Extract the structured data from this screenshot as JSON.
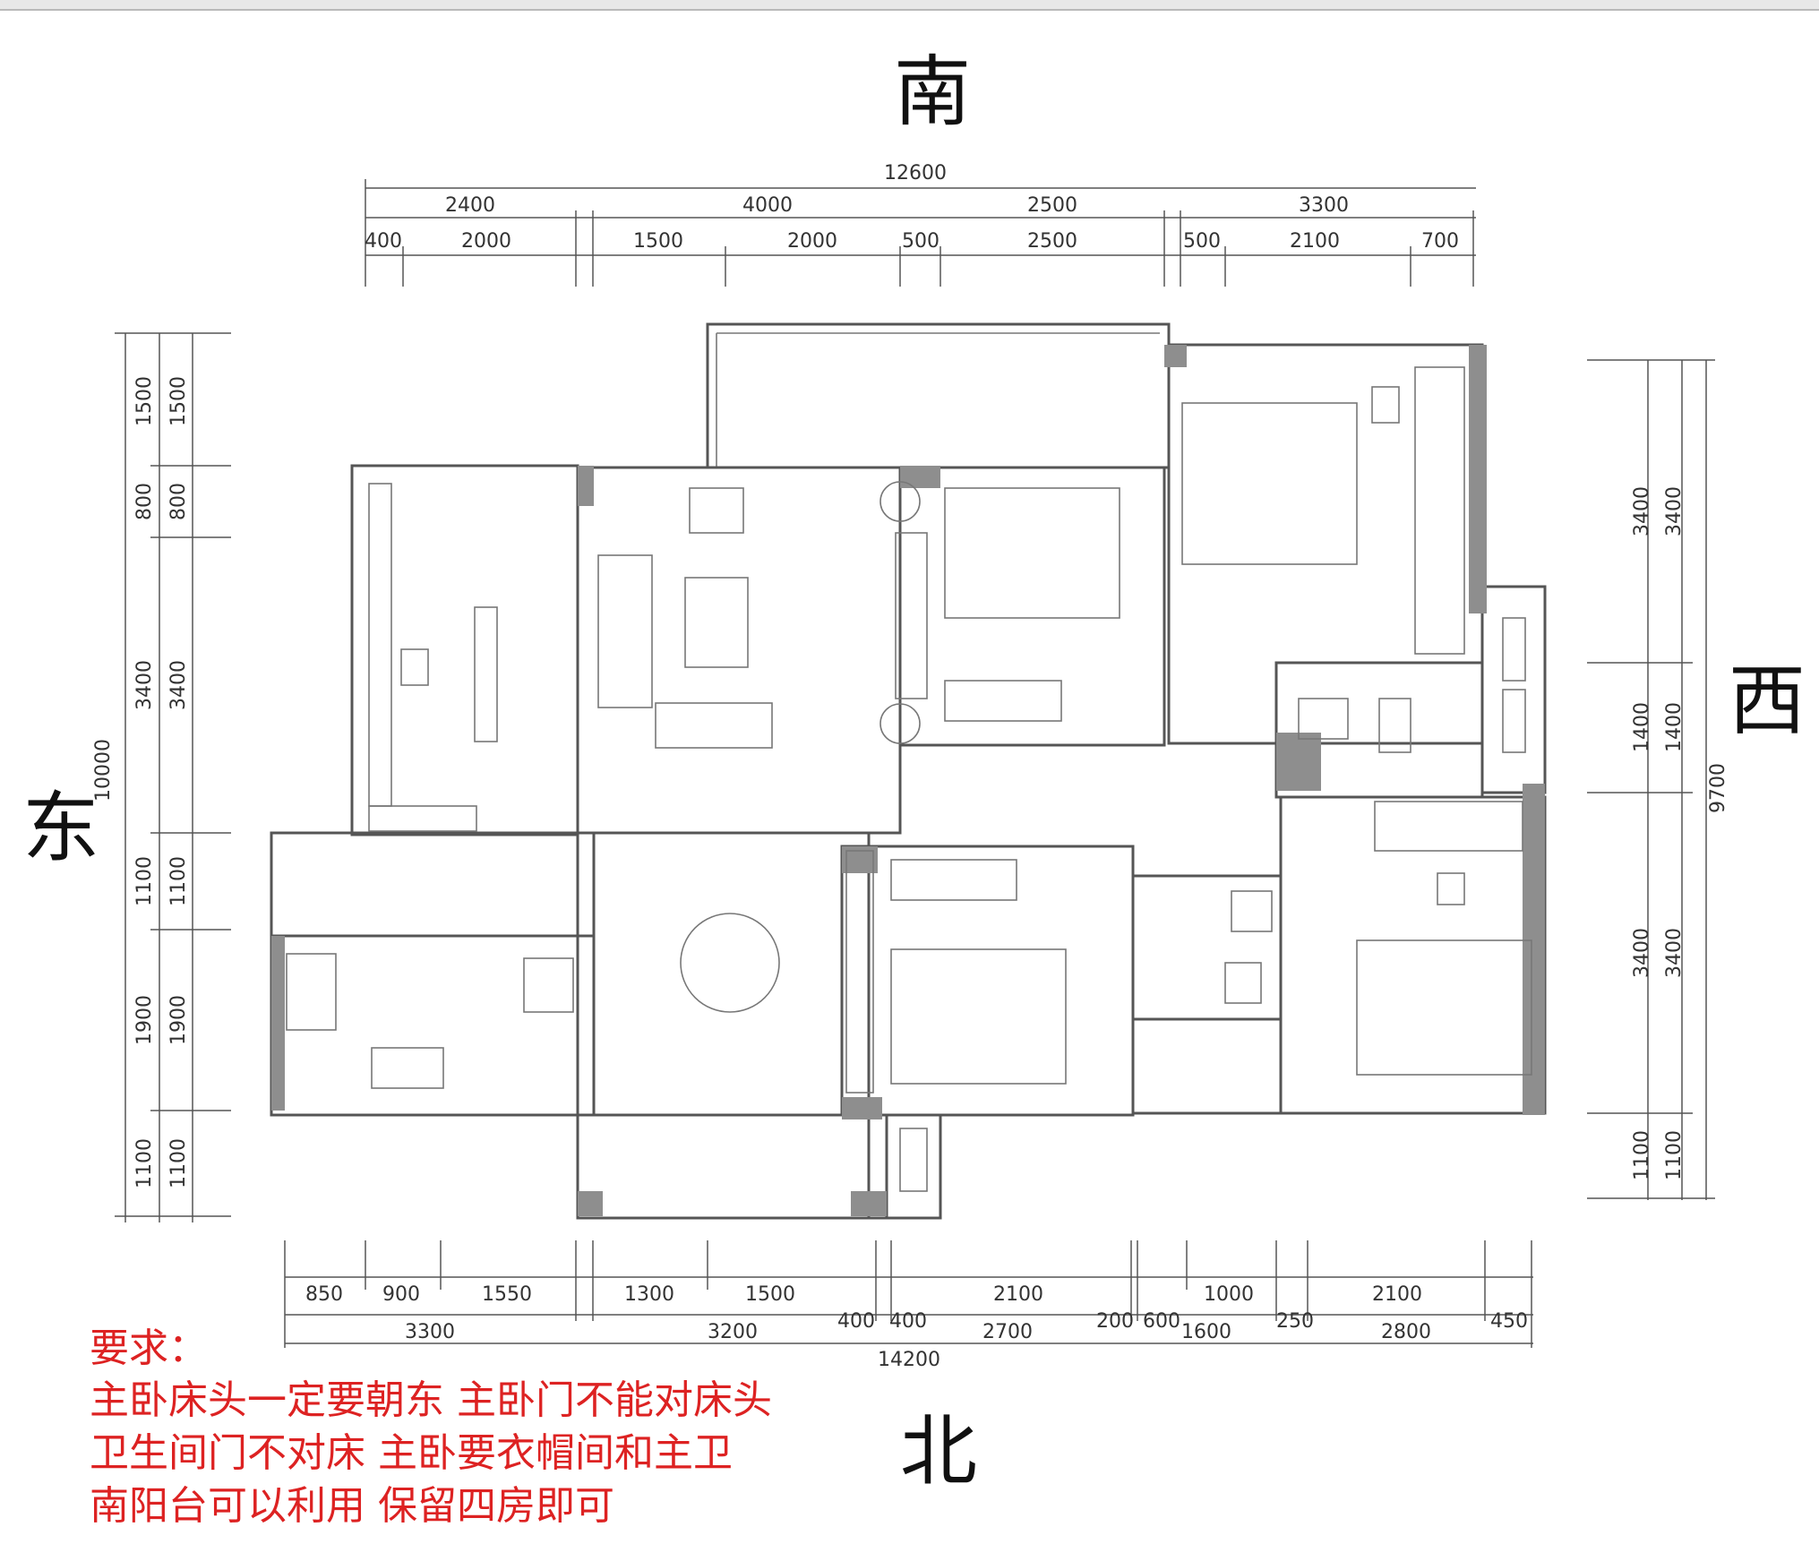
{
  "compass": {
    "south": "南",
    "north": "北",
    "east": "东",
    "west": "西"
  },
  "dimensions": {
    "top_total": "12600",
    "top_row1": [
      "2400",
      "4000",
      "2500",
      "3300"
    ],
    "top_row2": [
      "400",
      "2000",
      "1500",
      "2000",
      "500",
      "2500",
      "500",
      "2100",
      "700"
    ],
    "left_total": "10000",
    "left_segments": [
      "1500",
      "800",
      "3400",
      "1100",
      "1900",
      "1100"
    ],
    "right_total": "9700",
    "right_segments": [
      "3400",
      "1400",
      "3400",
      "1100"
    ],
    "bottom_total": "14200",
    "bottom_row1": [
      "850",
      "900",
      "1550",
      "1300",
      "1500",
      "2100",
      "1000",
      "2100"
    ],
    "bottom_row2": [
      "3300",
      "3200",
      "400",
      "400",
      "2700",
      "200",
      "600",
      "1600",
      "250",
      "2800",
      "450"
    ]
  },
  "requirements": {
    "title": "要求：",
    "lines": [
      "主卧床头一定要朝东  主卧门不能对床头",
      "卫生间门不对床  主卧要衣帽间和主卫",
      "南阳台可以利用  保留四房即可"
    ]
  },
  "colors": {
    "requirements_text": "#dd2222",
    "wall_fill": "#8e8e8e"
  }
}
